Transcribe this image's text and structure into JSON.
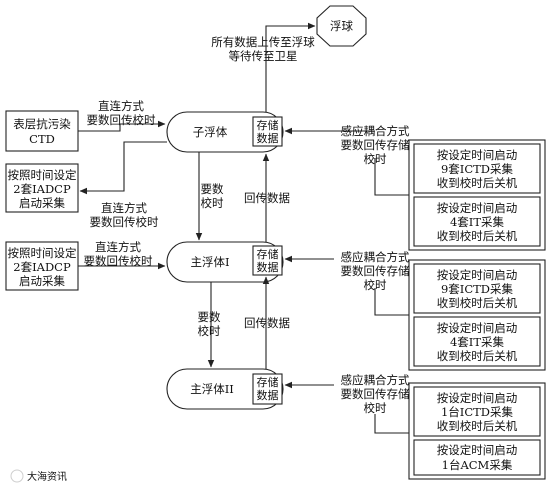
{
  "buoy": {
    "label": "浮球"
  },
  "upload_note": {
    "line1": "所有数据上传至浮球",
    "line2": "等待传至卫星"
  },
  "sub_buoy": {
    "label": "子浮体",
    "storage_line1": "存储",
    "storage_line2": "数据"
  },
  "main_buoy_1": {
    "label": "主浮体I",
    "storage_line1": "存储",
    "storage_line2": "数据"
  },
  "main_buoy_2": {
    "label": "主浮体II",
    "storage_line1": "存储",
    "storage_line2": "数据"
  },
  "left_boxes": {
    "ctd": {
      "line1": "表层抗污染",
      "line2": "CTD"
    },
    "adcp_top": {
      "line1": "按照时间设定",
      "line2": "2套IADCP",
      "line3": "启动采集"
    },
    "adcp_mid": {
      "line1": "按照时间设定",
      "line2": "2套IADCP",
      "line3": "启动采集"
    }
  },
  "direct_labels": {
    "a": {
      "line1": "直连方式",
      "line2": "要数回传校时"
    },
    "b": {
      "line1": "直连方式",
      "line2": "要数回传校时"
    },
    "c": {
      "line1": "直连方式",
      "line2": "要数回传校时"
    }
  },
  "request_labels": {
    "a": {
      "line1": "要数",
      "line2": "校时"
    },
    "b": {
      "line1": "要数",
      "line2": "校时"
    }
  },
  "return_labels": {
    "a": "回传数据",
    "b": "回传数据"
  },
  "inductive_labels": {
    "a": {
      "line1": "感应耦合方式",
      "line2": "要数回传存储",
      "line3": "校时"
    },
    "b": {
      "line1": "感应耦合方式",
      "line2": "要数回传存储",
      "line3": "校时"
    },
    "c": {
      "line1": "感应耦合方式",
      "line2": "要数回传存储",
      "line3": "校时"
    }
  },
  "right_groups": {
    "g1": [
      {
        "line1": "按设定时间启动",
        "line2": "9套ICTD采集",
        "line3": "收到校时后关机"
      },
      {
        "line1": "按设定时间启动",
        "line2": "4套IT采集",
        "line3": "收到校时后关机"
      }
    ],
    "g2": [
      {
        "line1": "按设定时间启动",
        "line2": "9套ICTD采集",
        "line3": "收到校时后关机"
      },
      {
        "line1": "按设定时间启动",
        "line2": "4套IT采集",
        "line3": "收到校时后关机"
      }
    ],
    "g3": [
      {
        "line1": "按设定时间启动",
        "line2": "1台ICTD采集",
        "line3": "收到校时后关机"
      },
      {
        "line1": "按设定时间启动",
        "line2": "1台ACM采集"
      }
    ]
  },
  "watermark": "大海资讯"
}
